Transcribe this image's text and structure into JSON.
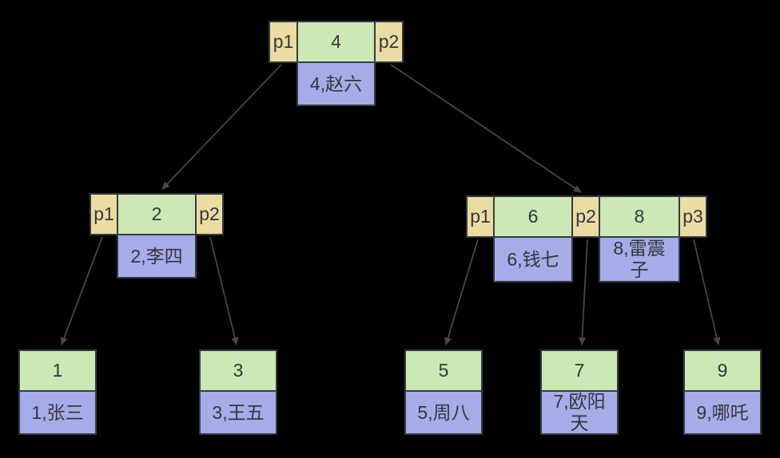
{
  "palette": {
    "background": "#000000",
    "pointer_fill": "#ebdca3",
    "key_fill": "#cce9b5",
    "record_fill": "#a7ace9",
    "border": "#363b42",
    "text": "#33363d",
    "arrow": "#46494e"
  },
  "nodes": {
    "root": {
      "p1": "p1",
      "key1": "4",
      "p2": "p2",
      "record1": "4,赵六"
    },
    "internal_left": {
      "p1": "p1",
      "key1": "2",
      "p2": "p2",
      "record1": "2,李四"
    },
    "internal_right": {
      "p1": "p1",
      "key1": "6",
      "p2": "p2",
      "key2": "8",
      "p3": "p3",
      "record1": "6,钱七",
      "record2": "8,雷震子"
    },
    "leaf_1": {
      "key": "1",
      "record": "1,张三"
    },
    "leaf_3": {
      "key": "3",
      "record": "3,王五"
    },
    "leaf_5": {
      "key": "5",
      "record": "5,周八"
    },
    "leaf_7": {
      "key": "7",
      "record": "7,欧阳天"
    },
    "leaf_9": {
      "key": "9",
      "record": "9,哪吒"
    }
  }
}
